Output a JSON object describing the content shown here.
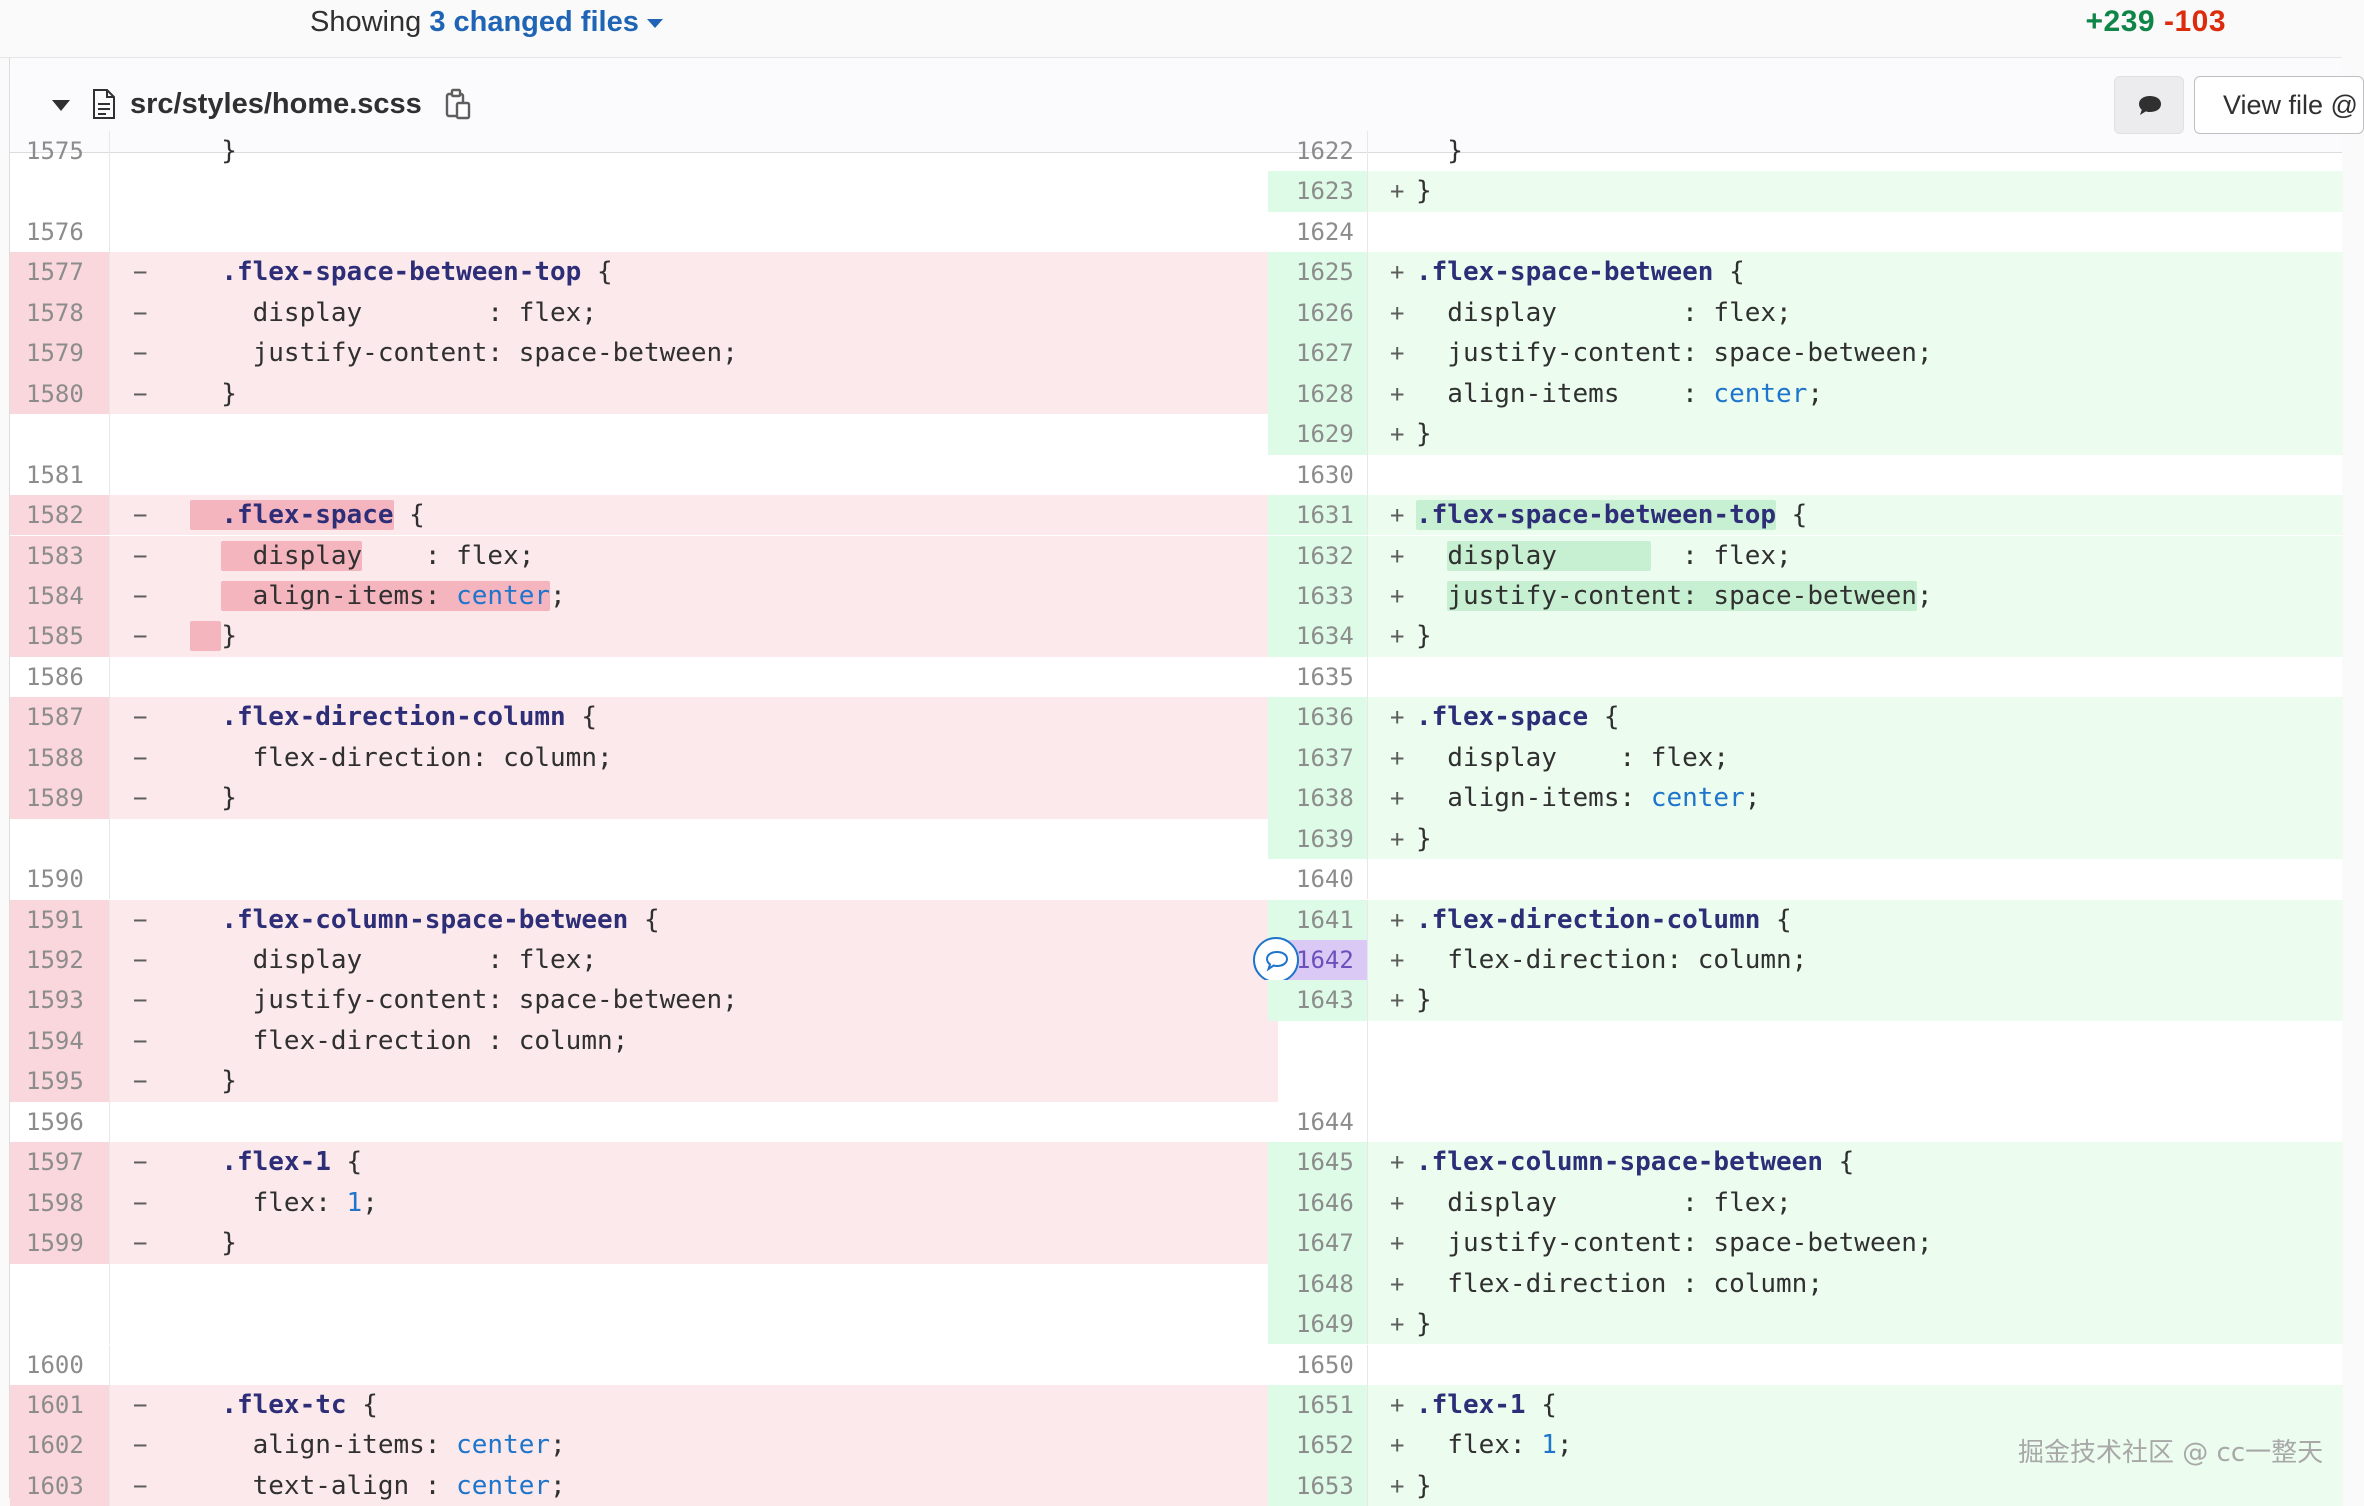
{
  "header": {
    "showing_prefix": "Showing",
    "changed_files": "3 changed files",
    "additions": "+239",
    "deletions": "-103"
  },
  "file": {
    "path": "src/styles/home.scss",
    "view_file_label": "View file @"
  },
  "colors": {
    "deleted_line_bg": "#fbe9eb",
    "added_line_bg": "#ecfdf0",
    "link": "#1f64b5",
    "additions": "#108548",
    "deletions": "#dd2b0e"
  },
  "diff_rows": [
    {
      "l_num": "1575",
      "l_type": "ctx",
      "l_html": "  }",
      "r_num": "1622",
      "r_type": "ctx",
      "r_html": "  }"
    },
    {
      "l_num": "",
      "l_type": "empty",
      "l_html": "",
      "r_num": "1623",
      "r_type": "add",
      "r_html": "}"
    },
    {
      "l_num": "1576",
      "l_type": "ctx",
      "l_html": "",
      "r_num": "1624",
      "r_type": "ctx",
      "r_html": ""
    },
    {
      "l_num": "1577",
      "l_type": "del",
      "l_html": "  <span class=\"sel\">.flex-space-between-top</span> {",
      "r_num": "1625",
      "r_type": "add",
      "r_html": "<span class=\"sel\">.flex-space-between</span> {"
    },
    {
      "l_num": "1578",
      "l_type": "del",
      "l_html": "    display        : flex;",
      "r_num": "1626",
      "r_type": "add",
      "r_html": "  display        : flex;"
    },
    {
      "l_num": "1579",
      "l_type": "del",
      "l_html": "    justify-content: space-between;",
      "r_num": "1627",
      "r_type": "add",
      "r_html": "  justify-content: space-between;"
    },
    {
      "l_num": "1580",
      "l_type": "del",
      "l_html": "  }",
      "r_num": "1628",
      "r_type": "add",
      "r_html": "  align-items    : <span class=\"kw\">center</span>;"
    },
    {
      "l_num": "",
      "l_type": "empty",
      "l_html": "",
      "r_num": "1629",
      "r_type": "add",
      "r_html": "}"
    },
    {
      "l_num": "1581",
      "l_type": "ctx",
      "l_html": "",
      "r_num": "1630",
      "r_type": "ctx",
      "r_html": ""
    },
    {
      "l_num": "1582",
      "l_type": "del",
      "l_html": "<span class=\"hl-del\">  <span class=\"sel\">.flex-space</span></span> {",
      "r_num": "1631",
      "r_type": "add",
      "r_html": "<span class=\"hl-add\"><span class=\"sel\">.flex-space-between-top</span></span> {"
    },
    {
      "l_num": "1583",
      "l_type": "del",
      "l_html": "  <span class=\"hl-del\">  display</span>    : flex;",
      "r_num": "1632",
      "r_type": "add",
      "r_html": "  <span class=\"hl-add\">display      </span>  : flex;"
    },
    {
      "l_num": "1584",
      "l_type": "del",
      "l_html": "  <span class=\"hl-del\">  align-items: <span class=\"kw\">center</span></span>;",
      "r_num": "1633",
      "r_type": "add",
      "r_html": "  <span class=\"hl-add\">justify-content: space-between</span>;"
    },
    {
      "l_num": "1585",
      "l_type": "del",
      "l_html": "<span class=\"hl-del\">  </span>}",
      "r_num": "1634",
      "r_type": "add",
      "r_html": "}"
    },
    {
      "l_num": "1586",
      "l_type": "ctx",
      "l_html": "",
      "r_num": "1635",
      "r_type": "ctx",
      "r_html": ""
    },
    {
      "l_num": "1587",
      "l_type": "del",
      "l_html": "  <span class=\"sel\">.flex-direction-column</span> {",
      "r_num": "1636",
      "r_type": "add",
      "r_html": "<span class=\"sel\">.flex-space</span> {"
    },
    {
      "l_num": "1588",
      "l_type": "del",
      "l_html": "    flex-direction: column;",
      "r_num": "1637",
      "r_type": "add",
      "r_html": "  display    : flex;"
    },
    {
      "l_num": "1589",
      "l_type": "del",
      "l_html": "  }",
      "r_num": "1638",
      "r_type": "add",
      "r_html": "  align-items: <span class=\"kw\">center</span>;"
    },
    {
      "l_num": "",
      "l_type": "empty",
      "l_html": "",
      "r_num": "1639",
      "r_type": "add",
      "r_html": "}"
    },
    {
      "l_num": "1590",
      "l_type": "ctx",
      "l_html": "",
      "r_num": "1640",
      "r_type": "ctx",
      "r_html": ""
    },
    {
      "l_num": "1591",
      "l_type": "del",
      "l_html": "  <span class=\"sel\">.flex-column-space-between</span> {",
      "r_num": "1641",
      "r_type": "add",
      "r_html": "<span class=\"sel\">.flex-direction-column</span> {"
    },
    {
      "l_num": "1592",
      "l_type": "del",
      "l_html": "    display        : flex;",
      "r_num": "1642",
      "r_type": "add",
      "r_html": "  flex-direction: column;",
      "hot": true
    },
    {
      "l_num": "1593",
      "l_type": "del",
      "l_html": "    justify-content: space-between;",
      "r_num": "1643",
      "r_type": "add",
      "r_html": "}"
    },
    {
      "l_num": "1594",
      "l_type": "del",
      "l_html": "    flex-direction : column;",
      "r_num": "",
      "r_type": "empty",
      "r_html": ""
    },
    {
      "l_num": "1595",
      "l_type": "del",
      "l_html": "  }",
      "r_num": "",
      "r_type": "empty",
      "r_html": ""
    },
    {
      "l_num": "1596",
      "l_type": "ctx",
      "l_html": "",
      "r_num": "1644",
      "r_type": "ctx",
      "r_html": ""
    },
    {
      "l_num": "1597",
      "l_type": "del",
      "l_html": "  <span class=\"sel\">.flex-1</span> {",
      "r_num": "1645",
      "r_type": "add",
      "r_html": "<span class=\"sel\">.flex-column-space-between</span> {"
    },
    {
      "l_num": "1598",
      "l_type": "del",
      "l_html": "    flex: <span class=\"num\">1</span>;",
      "r_num": "1646",
      "r_type": "add",
      "r_html": "  display        : flex;"
    },
    {
      "l_num": "1599",
      "l_type": "del",
      "l_html": "  }",
      "r_num": "1647",
      "r_type": "add",
      "r_html": "  justify-content: space-between;"
    },
    {
      "l_num": "",
      "l_type": "empty",
      "l_html": "",
      "r_num": "1648",
      "r_type": "add",
      "r_html": "  flex-direction : column;"
    },
    {
      "l_num": "",
      "l_type": "empty",
      "l_html": "",
      "r_num": "1649",
      "r_type": "add",
      "r_html": "}"
    },
    {
      "l_num": "1600",
      "l_type": "ctx",
      "l_html": "",
      "r_num": "1650",
      "r_type": "ctx",
      "r_html": ""
    },
    {
      "l_num": "1601",
      "l_type": "del",
      "l_html": "  <span class=\"sel\">.flex-tc</span> {",
      "r_num": "1651",
      "r_type": "add",
      "r_html": "<span class=\"sel\">.flex-1</span> {"
    },
    {
      "l_num": "1602",
      "l_type": "del",
      "l_html": "    align-items: <span class=\"kw\">center</span>;",
      "r_num": "1652",
      "r_type": "add",
      "r_html": "  flex: <span class=\"num\">1</span>;"
    },
    {
      "l_num": "1603",
      "l_type": "del",
      "l_html": "    text-align : <span class=\"kw\">center</span>;",
      "r_num": "1653",
      "r_type": "add",
      "r_html": "}"
    }
  ],
  "watermark": "掘金技术社区 @ cc一整天"
}
